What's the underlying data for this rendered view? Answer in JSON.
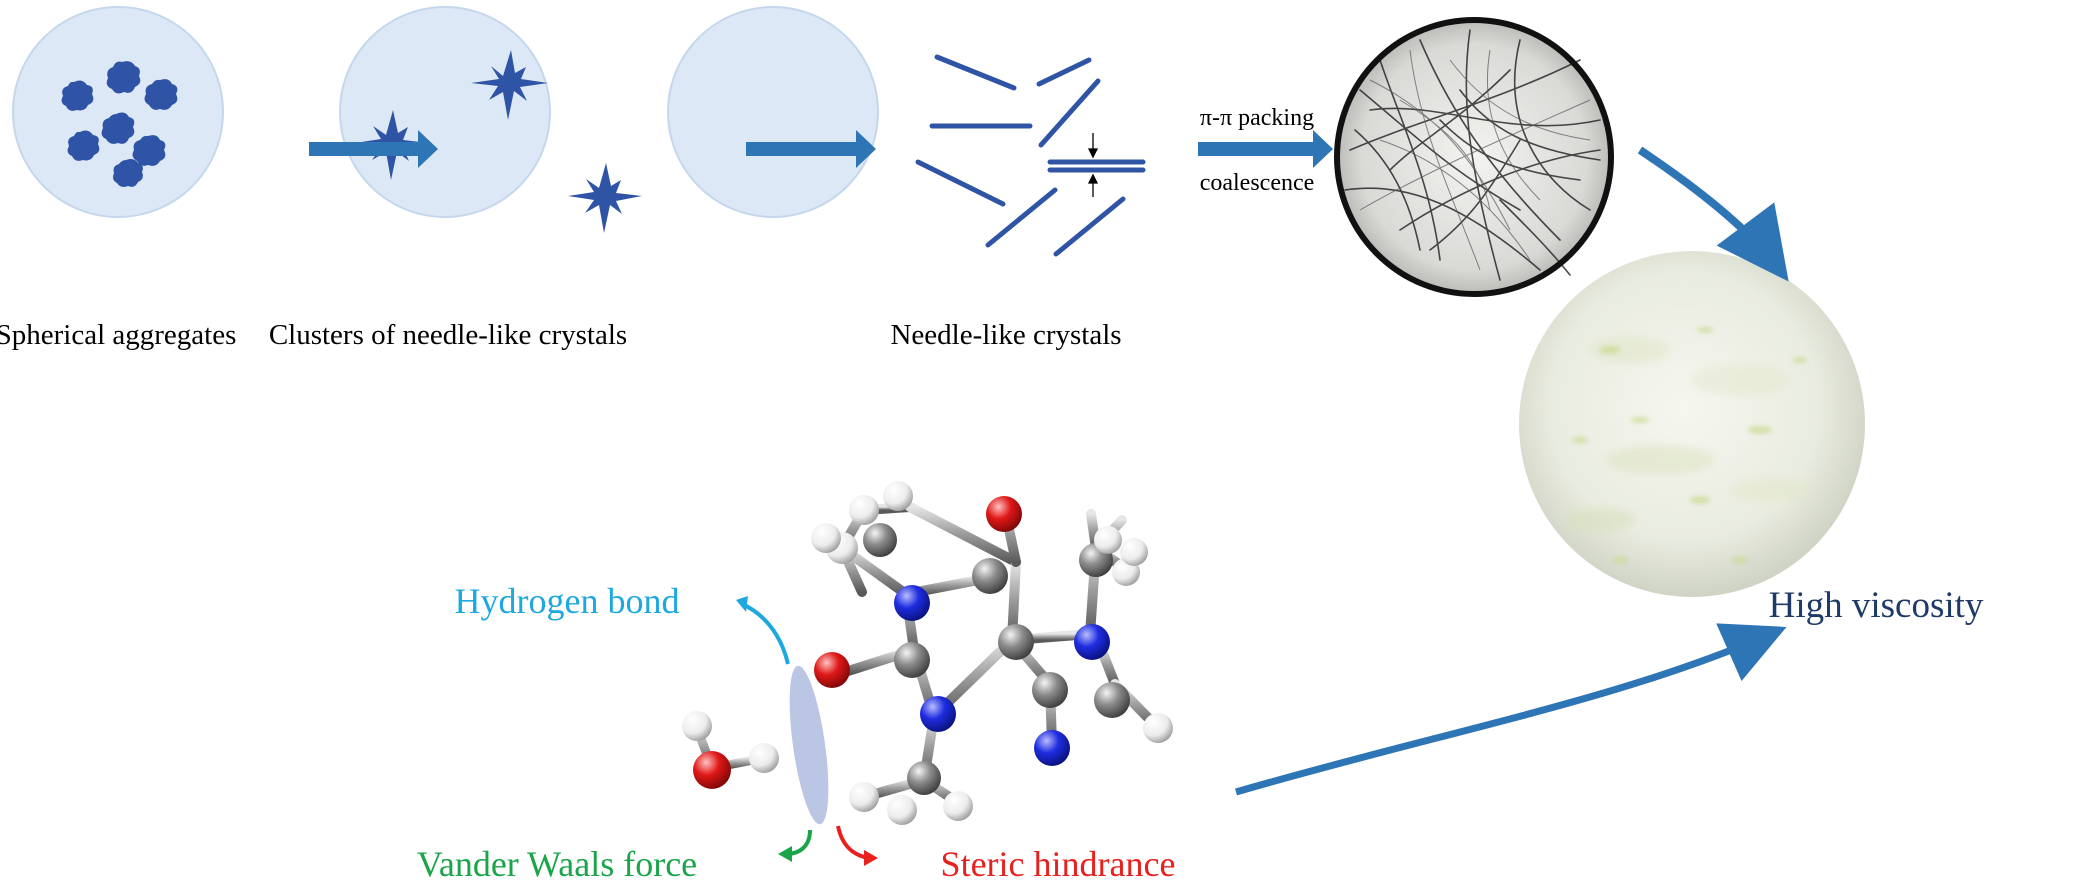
{
  "stages": [
    {
      "label": "Spherical aggregates"
    },
    {
      "label": "Clusters of needle-like crystals"
    },
    {
      "label": "Needle-like crystals"
    }
  ],
  "arrow_labels": {
    "top": "π-π packing",
    "bottom": "coalescence"
  },
  "result": {
    "label": "High viscosity"
  },
  "interactions": {
    "hydrogen_bond": "Hydrogen bond",
    "van_der_waals": "Vander Waals force",
    "steric": "Steric hindrance"
  },
  "colors": {
    "circle_fill": "#dce8f5",
    "arrow": "#2e75b6",
    "particle": "#2f54a6",
    "hydrogen_bond": "#1ea8e0",
    "van_der_waals": "#1aa54a",
    "steric": "#e8201e",
    "high_viscosity": "#1f3a68",
    "atom_c": "#8a8a8a",
    "atom_n": "#1f2de0",
    "atom_o": "#e01818",
    "atom_h": "#f2f2f2"
  }
}
